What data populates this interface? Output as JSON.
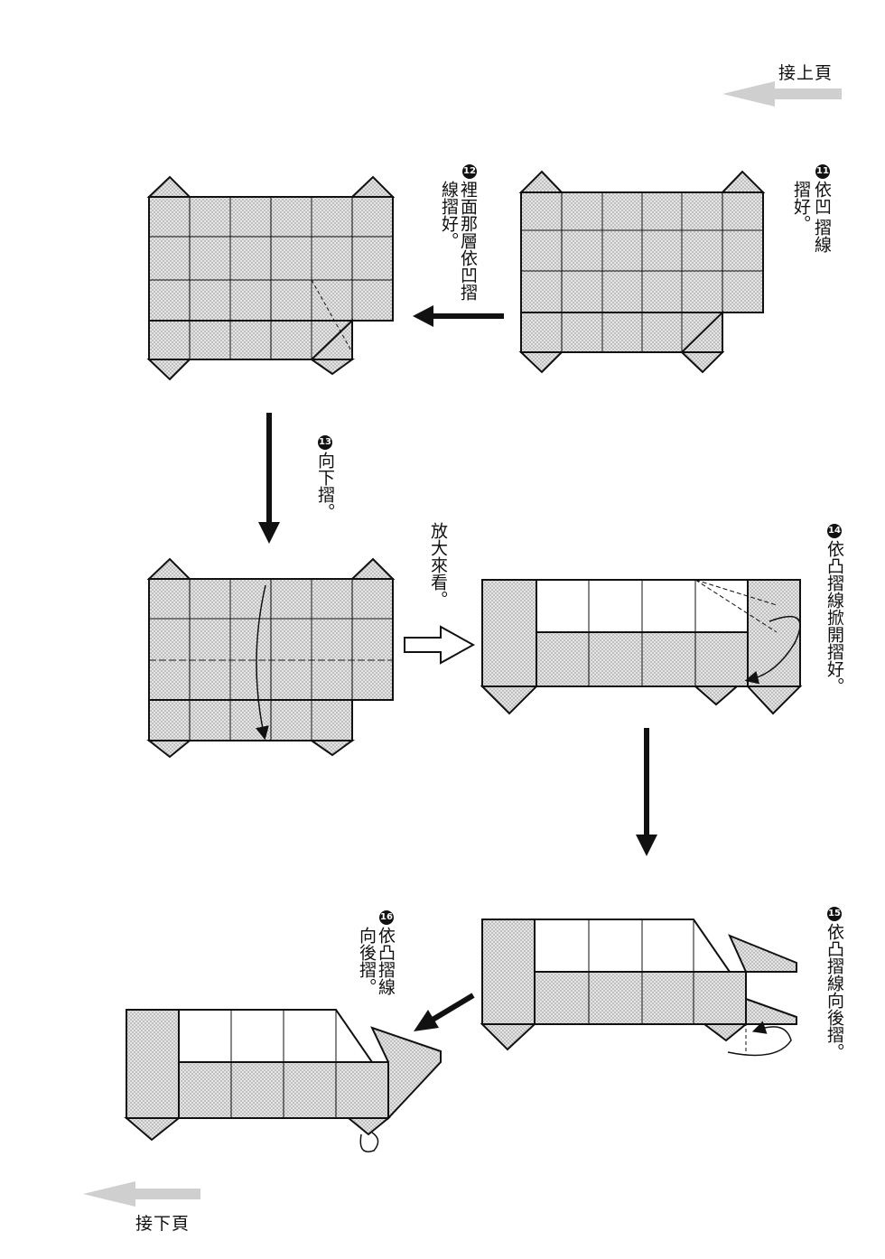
{
  "navigation": {
    "prev_page_label": "接上頁",
    "next_page_label": "接下頁"
  },
  "steps": [
    {
      "number": "11",
      "lines": [
        "依凹",
        "摺線",
        "摺好。"
      ],
      "text": "依凹摺線摺好。"
    },
    {
      "number": "12",
      "text": "裡面那層依凹摺線摺好。"
    },
    {
      "number": "13",
      "text": "向下摺。"
    },
    {
      "number": "14",
      "text": "依凸摺線掀開摺好。"
    },
    {
      "number": "15",
      "text": "依凸摺線向後摺。"
    },
    {
      "number": "16",
      "text": "依凸摺線向後摺。"
    }
  ],
  "zoom_note": "放大來看。",
  "colors": {
    "paper": "#d9d9d9",
    "paper_light": "#ffffff",
    "ink": "#111111",
    "nav_arrow": "#c8c8c8"
  }
}
